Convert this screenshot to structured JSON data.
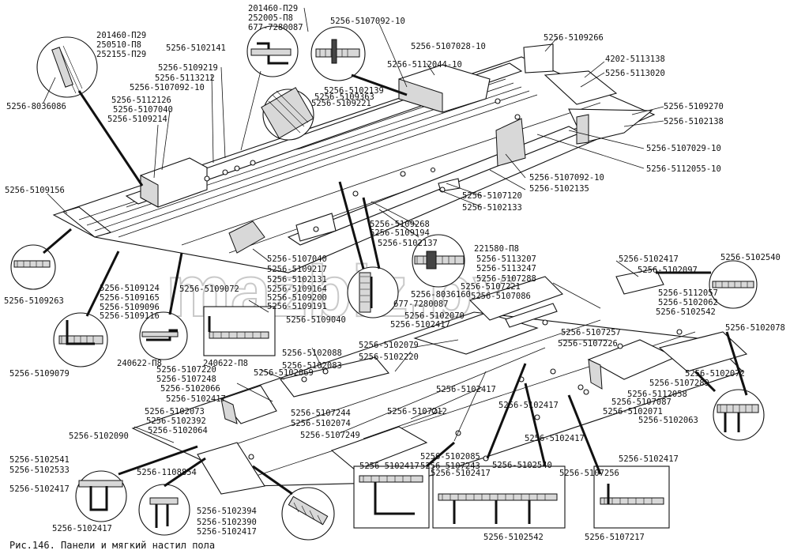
{
  "figure": {
    "caption": "Рис.146. Панели и мягкий настил пола",
    "watermark": "mazbiz.by"
  },
  "labels": [
    {
      "id": "l1",
      "text": "201460-П29"
    },
    {
      "id": "l2",
      "text": "250510-П8"
    },
    {
      "id": "l3",
      "text": "252155-П29"
    },
    {
      "id": "l4",
      "text": "5256-8036086"
    },
    {
      "id": "l5",
      "text": "201460-П29"
    },
    {
      "id": "l6",
      "text": "252005-П8"
    },
    {
      "id": "l7",
      "text": "677-7280087"
    },
    {
      "id": "l8",
      "text": "5256-5102141"
    },
    {
      "id": "l9",
      "text": "5256-5109219"
    },
    {
      "id": "l10",
      "text": "5256-5113212"
    },
    {
      "id": "l11",
      "text": "5256-5107092-10"
    },
    {
      "id": "l12",
      "text": "5256-5112126"
    },
    {
      "id": "l13",
      "text": "5256-5107040"
    },
    {
      "id": "l14",
      "text": "5256-5109214"
    },
    {
      "id": "l15",
      "text": "5256-5107092-10"
    },
    {
      "id": "l16",
      "text": "5256-5107028-10"
    },
    {
      "id": "l17",
      "text": "5256-5112044-10"
    },
    {
      "id": "l18",
      "text": "5256-5102139"
    },
    {
      "id": "l19",
      "text": "5256-5109363"
    },
    {
      "id": "l20",
      "text": "5256-5109221"
    },
    {
      "id": "l21",
      "text": "5256-5109266"
    },
    {
      "id": "l22",
      "text": "4202-5113138"
    },
    {
      "id": "l23",
      "text": "5256-5113020"
    },
    {
      "id": "l24",
      "text": "5256-5109270"
    },
    {
      "id": "l25",
      "text": "5256-5102138"
    },
    {
      "id": "l26",
      "text": "5256-5107029-10"
    },
    {
      "id": "l27",
      "text": "5256-5112055-10"
    },
    {
      "id": "l28",
      "text": "5256-5107092-10"
    },
    {
      "id": "l29",
      "text": "5256-5102135"
    },
    {
      "id": "l30",
      "text": "5256-5107120"
    },
    {
      "id": "l31",
      "text": "5256-5102133"
    },
    {
      "id": "l32",
      "text": "5256-5109156"
    },
    {
      "id": "l33",
      "text": "5256-5109268"
    },
    {
      "id": "l34",
      "text": "5256-5109194"
    },
    {
      "id": "l35",
      "text": "5256-5102137"
    },
    {
      "id": "l36",
      "text": "221580-П8"
    },
    {
      "id": "l37",
      "text": "5256-5113207"
    },
    {
      "id": "l38",
      "text": "5256-5113247"
    },
    {
      "id": "l39",
      "text": "5256-5107288"
    },
    {
      "id": "l40",
      "text": "5256-5107221"
    },
    {
      "id": "l41",
      "text": "5256-5107086"
    },
    {
      "id": "l42",
      "text": "5256-8036160"
    },
    {
      "id": "l43",
      "text": "677-7280087"
    },
    {
      "id": "l44",
      "text": "5256-5102070"
    },
    {
      "id": "l45",
      "text": "5256-5102417"
    },
    {
      "id": "l46",
      "text": "5256-5107040"
    },
    {
      "id": "l47",
      "text": "5256-5109217"
    },
    {
      "id": "l48",
      "text": "5256-5102131"
    },
    {
      "id": "l49",
      "text": "5256-5109164"
    },
    {
      "id": "l50",
      "text": "5256-5109200"
    },
    {
      "id": "l51",
      "text": "5256-5109191"
    },
    {
      "id": "l52",
      "text": "5256-5109040"
    },
    {
      "id": "l53",
      "text": "5256-5109124"
    },
    {
      "id": "l54",
      "text": "5256-5109165"
    },
    {
      "id": "l55",
      "text": "5256-5109096"
    },
    {
      "id": "l56",
      "text": "5256-5109116"
    },
    {
      "id": "l57",
      "text": "5256-5109072"
    },
    {
      "id": "l58",
      "text": "5256-5109263"
    },
    {
      "id": "l59",
      "text": "5256-5109079"
    },
    {
      "id": "l60",
      "text": "240622-П8"
    },
    {
      "id": "l61",
      "text": "240622-П8"
    },
    {
      "id": "l62",
      "text": "5256-5102417"
    },
    {
      "id": "l63",
      "text": "5256-5102097"
    },
    {
      "id": "l64",
      "text": "5256-5102540"
    },
    {
      "id": "l65",
      "text": "5256-5112057"
    },
    {
      "id": "l66",
      "text": "5256-5102062"
    },
    {
      "id": "l67",
      "text": "5256-5102542"
    },
    {
      "id": "l68",
      "text": "5256-5102078"
    },
    {
      "id": "l69",
      "text": "5256-5107257"
    },
    {
      "id": "l70",
      "text": "5256-5107226"
    },
    {
      "id": "l71",
      "text": "5256-5102079"
    },
    {
      "id": "l72",
      "text": "5256-5102220"
    },
    {
      "id": "l73",
      "text": "5256-5102088"
    },
    {
      "id": "l74",
      "text": "5256-5102083"
    },
    {
      "id": "l75",
      "text": "5256-5102069"
    },
    {
      "id": "l76",
      "text": "5256-5107220"
    },
    {
      "id": "l77",
      "text": "5256-5107248"
    },
    {
      "id": "l78",
      "text": "5256-5102066"
    },
    {
      "id": "l79",
      "text": "5256-5102417"
    },
    {
      "id": "l80",
      "text": "5256-5107244"
    },
    {
      "id": "l81",
      "text": "5256-5102074"
    },
    {
      "id": "l82",
      "text": "5256-5107212"
    },
    {
      "id": "l83",
      "text": "5256-5102417"
    },
    {
      "id": "l84",
      "text": "5256-5102417"
    },
    {
      "id": "l85",
      "text": "5256-5102072"
    },
    {
      "id": "l86",
      "text": "5256-5107289"
    },
    {
      "id": "l87",
      "text": "5256-5112058"
    },
    {
      "id": "l88",
      "text": "5256-5107087"
    },
    {
      "id": "l89",
      "text": "5256-5102071"
    },
    {
      "id": "l90",
      "text": "5256-5102063"
    },
    {
      "id": "l91",
      "text": "5256-5102073"
    },
    {
      "id": "l92",
      "text": "5256-5102392"
    },
    {
      "id": "l93",
      "text": "5256-5102064"
    },
    {
      "id": "l94",
      "text": "5256-5107249"
    },
    {
      "id": "l95",
      "text": "5256-5102090"
    },
    {
      "id": "l96",
      "text": "5256-5102417"
    },
    {
      "id": "l97",
      "text": "5256-5102541"
    },
    {
      "id": "l98",
      "text": "5256-5102533"
    },
    {
      "id": "l99",
      "text": "5256-5102417"
    },
    {
      "id": "l100",
      "text": "5256-1108854"
    },
    {
      "id": "l101",
      "text": "5256-5102085"
    },
    {
      "id": "l102",
      "text": "5256-5107243"
    },
    {
      "id": "l103",
      "text": "5256-5102417"
    },
    {
      "id": "l104",
      "text": "5256-5102417"
    },
    {
      "id": "l105",
      "text": "5256-5102540"
    },
    {
      "id": "l106",
      "text": "5256-5107256"
    },
    {
      "id": "l107",
      "text": "5256-5102417"
    },
    {
      "id": "l108",
      "text": "5256-5102394"
    },
    {
      "id": "l109",
      "text": "5256-5102390"
    },
    {
      "id": "l110",
      "text": "5256-5102417"
    },
    {
      "id": "l111",
      "text": "5256-5102417"
    },
    {
      "id": "l112",
      "text": "5256-5102542"
    },
    {
      "id": "l113",
      "text": "5256-5107217"
    }
  ]
}
